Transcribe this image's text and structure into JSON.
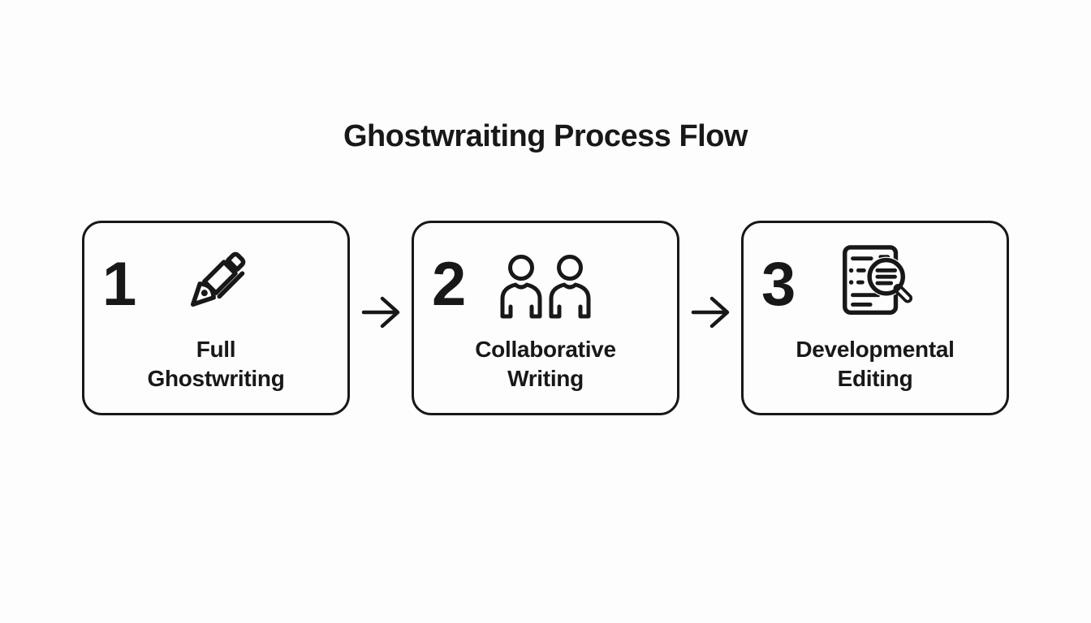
{
  "title": "Ghostwraiting Process Flow",
  "steps": [
    {
      "number": "1",
      "label": "Full\nGhostwriting",
      "icon": "fountain-pen-icon"
    },
    {
      "number": "2",
      "label": "Collaborative\nWriting",
      "icon": "two-people-icon"
    },
    {
      "number": "3",
      "label": "Developmental\nEditing",
      "icon": "document-magnifier-icon"
    }
  ],
  "connectors": [
    {
      "icon": "arrow-right-icon"
    },
    {
      "icon": "arrow-right-icon"
    }
  ],
  "colors": {
    "background": "#fdfdfd",
    "ink": "#181818"
  }
}
